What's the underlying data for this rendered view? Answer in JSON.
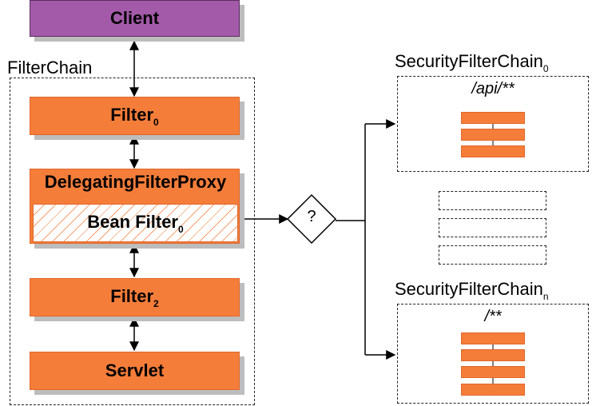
{
  "client": "Client",
  "filter_chain": "FilterChain",
  "filter0": {
    "name": "Filter",
    "sub": "0"
  },
  "delegating": "DelegatingFilterProxy",
  "bean_filter": {
    "name": "Bean Filter",
    "sub": "0"
  },
  "filter2": {
    "name": "Filter",
    "sub": "2"
  },
  "servlet": "Servlet",
  "decision": "?",
  "chain0": {
    "name": "SecurityFilterChain",
    "sub": "0",
    "pattern": "/api/**"
  },
  "chainn": {
    "name": "SecurityFilterChain",
    "sub": "n",
    "pattern": "/**"
  },
  "colors": {
    "filter": "#f57d3a",
    "client": "#a35aa8",
    "shadow": "#bdbdbd"
  }
}
